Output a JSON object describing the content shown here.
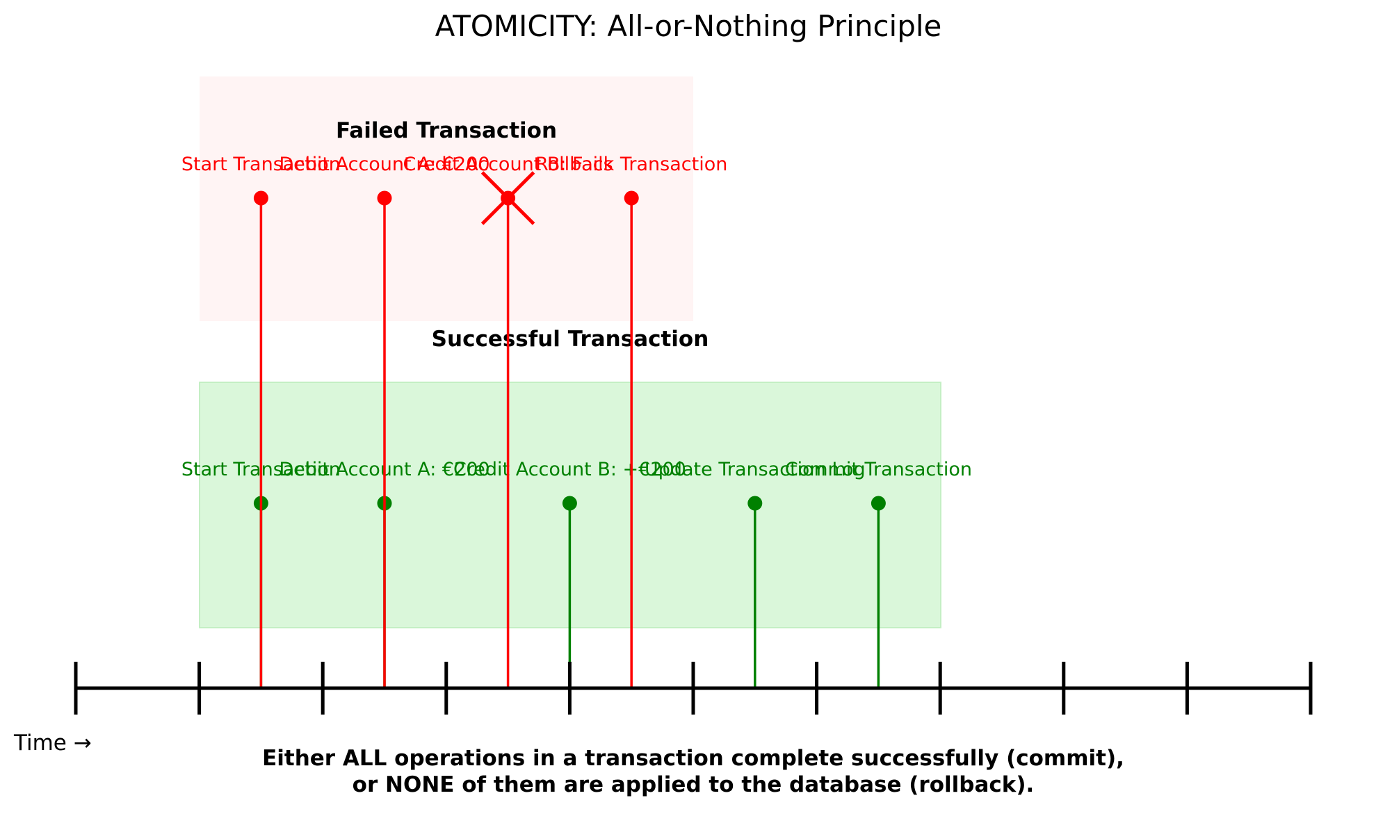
{
  "title": "ATOMICITY: All-or-Nothing Principle",
  "axis_label": "Time →",
  "caption": {
    "line1": "Either ALL operations in a transaction complete successfully (commit),",
    "line2": "or NONE of them are applied to the database (rollback)."
  },
  "colors": {
    "failed": "#ff0000",
    "success": "#008000",
    "failed_bg": "#ffefef",
    "success_bg": "#d8f7d8"
  },
  "failed": {
    "title": "Failed Transaction",
    "steps": [
      {
        "label": "Start Transaction",
        "t": 1.5
      },
      {
        "label": "Debit Account A: €200",
        "t": 2.5
      },
      {
        "label": "Credit Account B: Fails",
        "t": 3.5,
        "failure": true
      },
      {
        "label": "Rollback Transaction",
        "t": 4.5
      }
    ]
  },
  "success": {
    "title": "Successful Transaction",
    "steps": [
      {
        "label": "Start Transaction",
        "t": 1.5
      },
      {
        "label": "Debit Account A: €200",
        "t": 2.5
      },
      {
        "label": "Credit Account B: +€200",
        "t": 4.0
      },
      {
        "label": "Update Transaction Log",
        "t": 5.5
      },
      {
        "label": "Commit Transaction",
        "t": 6.5
      }
    ]
  },
  "timeline": {
    "ticks": [
      0,
      1,
      2,
      3,
      4,
      5,
      6,
      7,
      8,
      9,
      10
    ]
  }
}
